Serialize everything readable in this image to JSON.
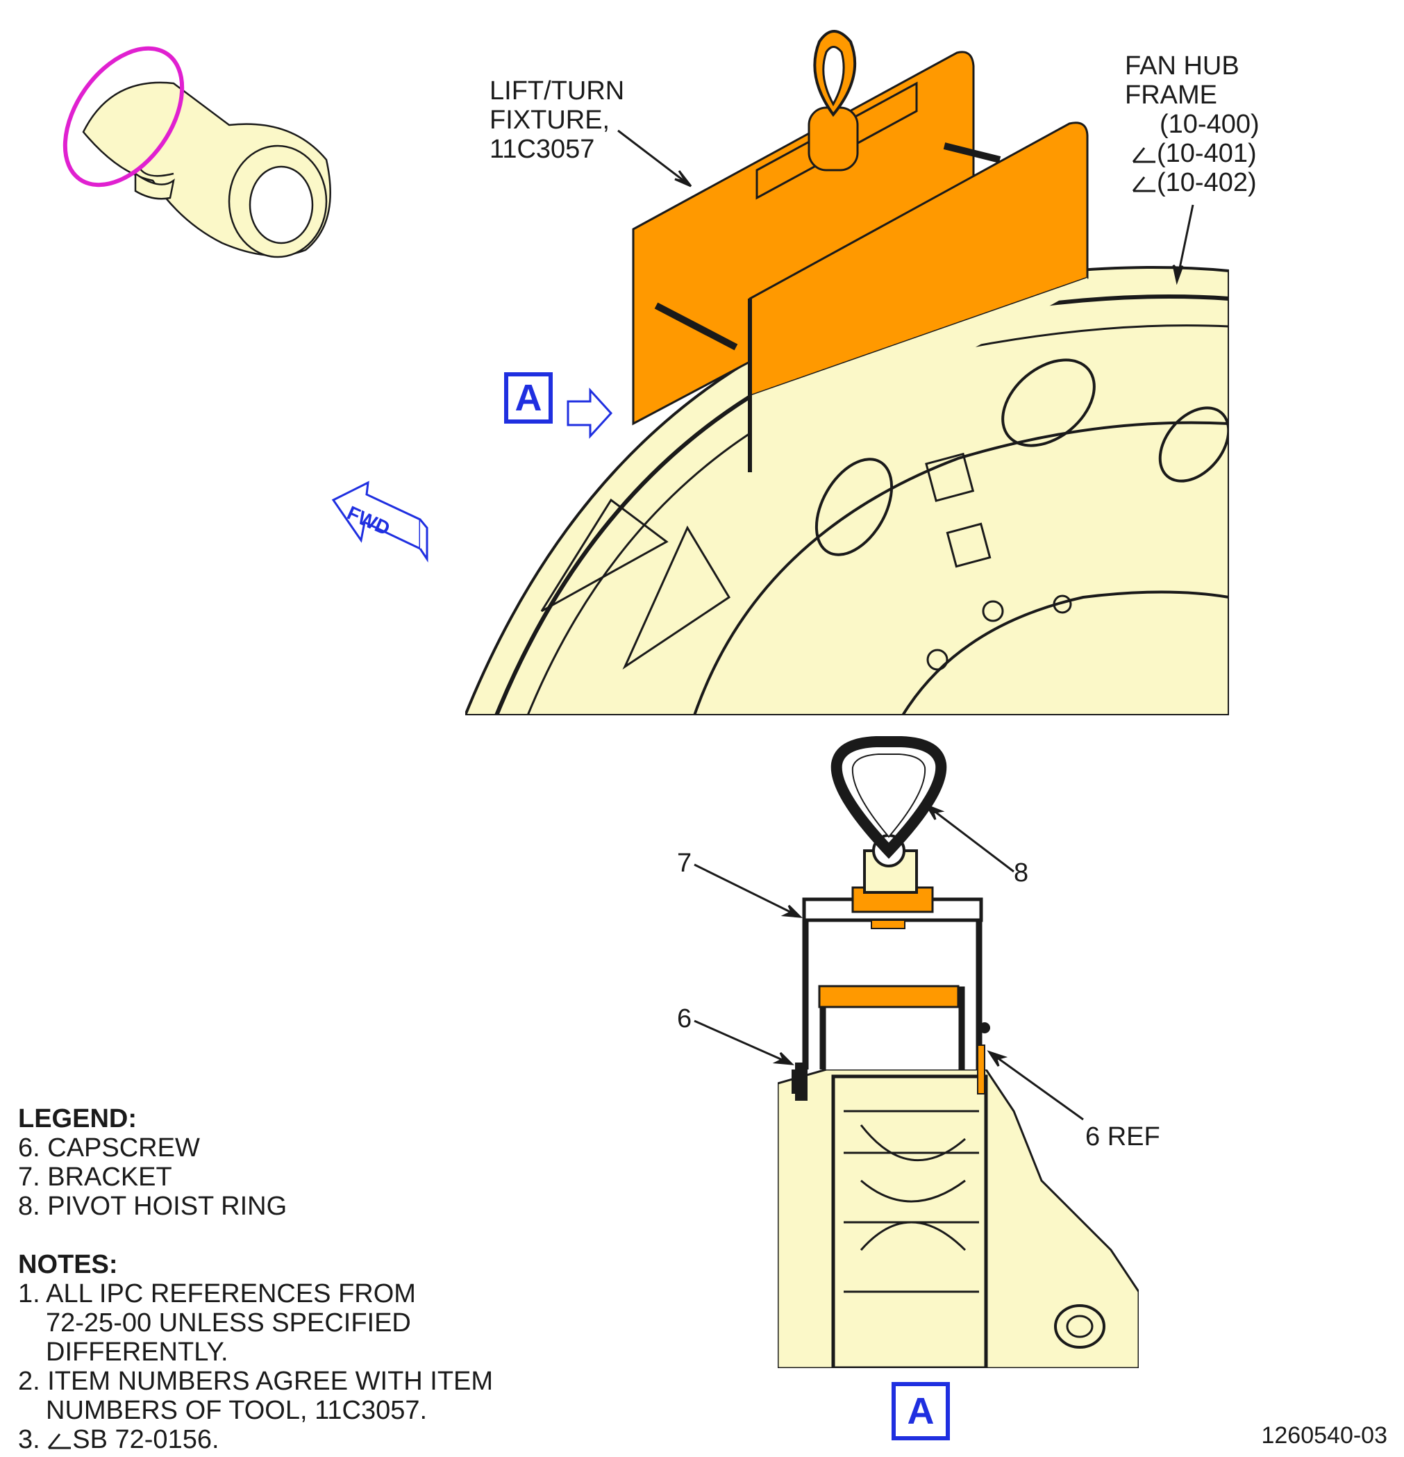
{
  "callouts": {
    "fixture": [
      "LIFT/TURN",
      "FIXTURE,",
      "11C3057"
    ],
    "fan_hub": [
      "FAN HUB",
      "FRAME",
      "(10-400)",
      "(10-401)",
      "(10-402)"
    ],
    "item_7": "7",
    "item_8": "8",
    "item_6": "6",
    "item_6_ref": "6 REF"
  },
  "view_label": "A",
  "fwd_label": "FWD",
  "legend": {
    "title": "LEGEND:",
    "items": [
      "6. CAPSCREW",
      "7. BRACKET",
      "8. PIVOT HOIST RING"
    ]
  },
  "notes": {
    "title": "NOTES:",
    "n1": [
      "1. ALL IPC REFERENCES FROM",
      "72-25-00 UNLESS SPECIFIED",
      "DIFFERENTLY."
    ],
    "n2": [
      "2. ITEM NUMBERS AGREE WITH ITEM",
      "NUMBERS OF TOOL, 11C3057."
    ],
    "n3_prefix": "3.",
    "n3_text": "SB 72-0156."
  },
  "figure_id": "1260540-03",
  "colors": {
    "frame_fill": "#fbf8c8",
    "tool_fill": "#ff9900",
    "locator_ring": "#e020d0",
    "view_blue": "#1f2fe0",
    "line": "#1a1a1a"
  },
  "icons": [
    "triangle-modification-icon",
    "view-arrow-icon",
    "fwd-arrow-icon"
  ]
}
